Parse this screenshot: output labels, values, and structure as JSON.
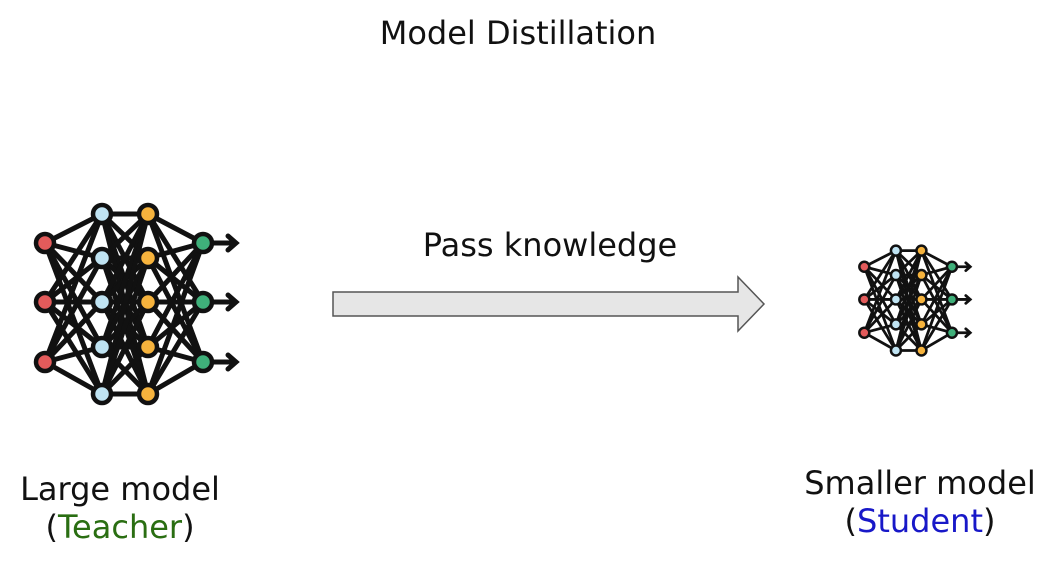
{
  "title": "Model Distillation",
  "arrow": {
    "label": "Pass knowledge",
    "fill": "#e6e6e6",
    "stroke": "#555555"
  },
  "teacher": {
    "caption": "Large model",
    "paren_open": "(",
    "role": "Teacher",
    "paren_close": ")",
    "role_color": "#2a6e12"
  },
  "student": {
    "caption": "Smaller model",
    "paren_open": "(",
    "role": "Student",
    "paren_close": ")",
    "role_color": "#1818c8"
  },
  "node_colors": {
    "input": "#e35b5b",
    "hidden_a": "#bfe3f2",
    "hidden_b": "#f6b33d",
    "output": "#3fb07a"
  },
  "icons": [
    "neural-network-icon",
    "arrow-right-icon"
  ]
}
